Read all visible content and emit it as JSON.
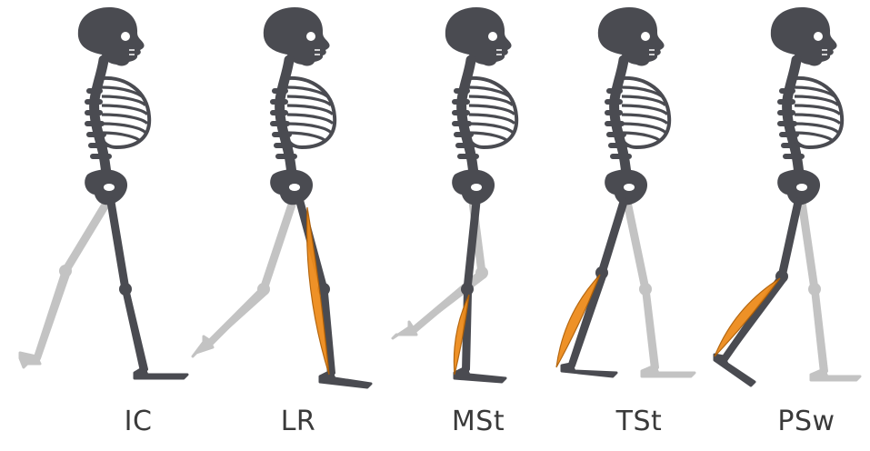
{
  "figure": {
    "colors": {
      "bone_dark": "#4a4b51",
      "bone_light": "#c3c3c3",
      "muscle": "#ee8c1c",
      "muscle_edge": "#b05f05",
      "label": "#3a3a3a"
    },
    "icon": "skeleton-walking",
    "phases": [
      {
        "label": "IC"
      },
      {
        "label": "LR"
      },
      {
        "label": "MSt"
      },
      {
        "label": "TSt"
      },
      {
        "label": "PSw"
      }
    ]
  }
}
